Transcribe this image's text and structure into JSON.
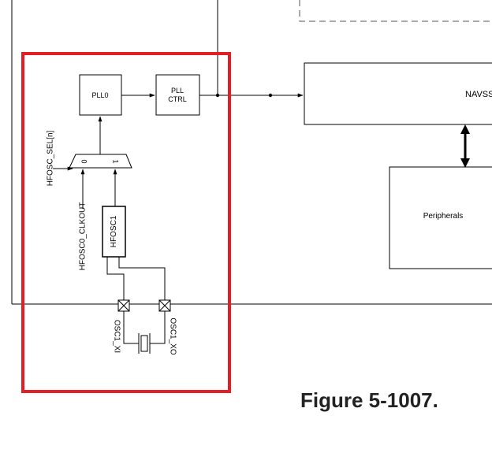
{
  "blocks": {
    "pll0": "PLL0",
    "pll_ctrl_line1": "PLL",
    "pll_ctrl_line2": "CTRL",
    "navss": "NAVSS",
    "peripherals": "Peripherals",
    "hfosc1": "HFOSC1"
  },
  "mux": {
    "select_signal": "HFOSC_SEL[n]",
    "input0": "0",
    "input1": "1"
  },
  "signals": {
    "hfosc0_clkout": "HFOSC0_CLKOUT",
    "osc1_xi": "OSC1_XI",
    "osc1_xo": "OSC1_XO"
  },
  "caption": "Figure 5-1007.",
  "colors": {
    "highlight": "#e31e24",
    "line": "#000000",
    "dashed": "#555555"
  }
}
